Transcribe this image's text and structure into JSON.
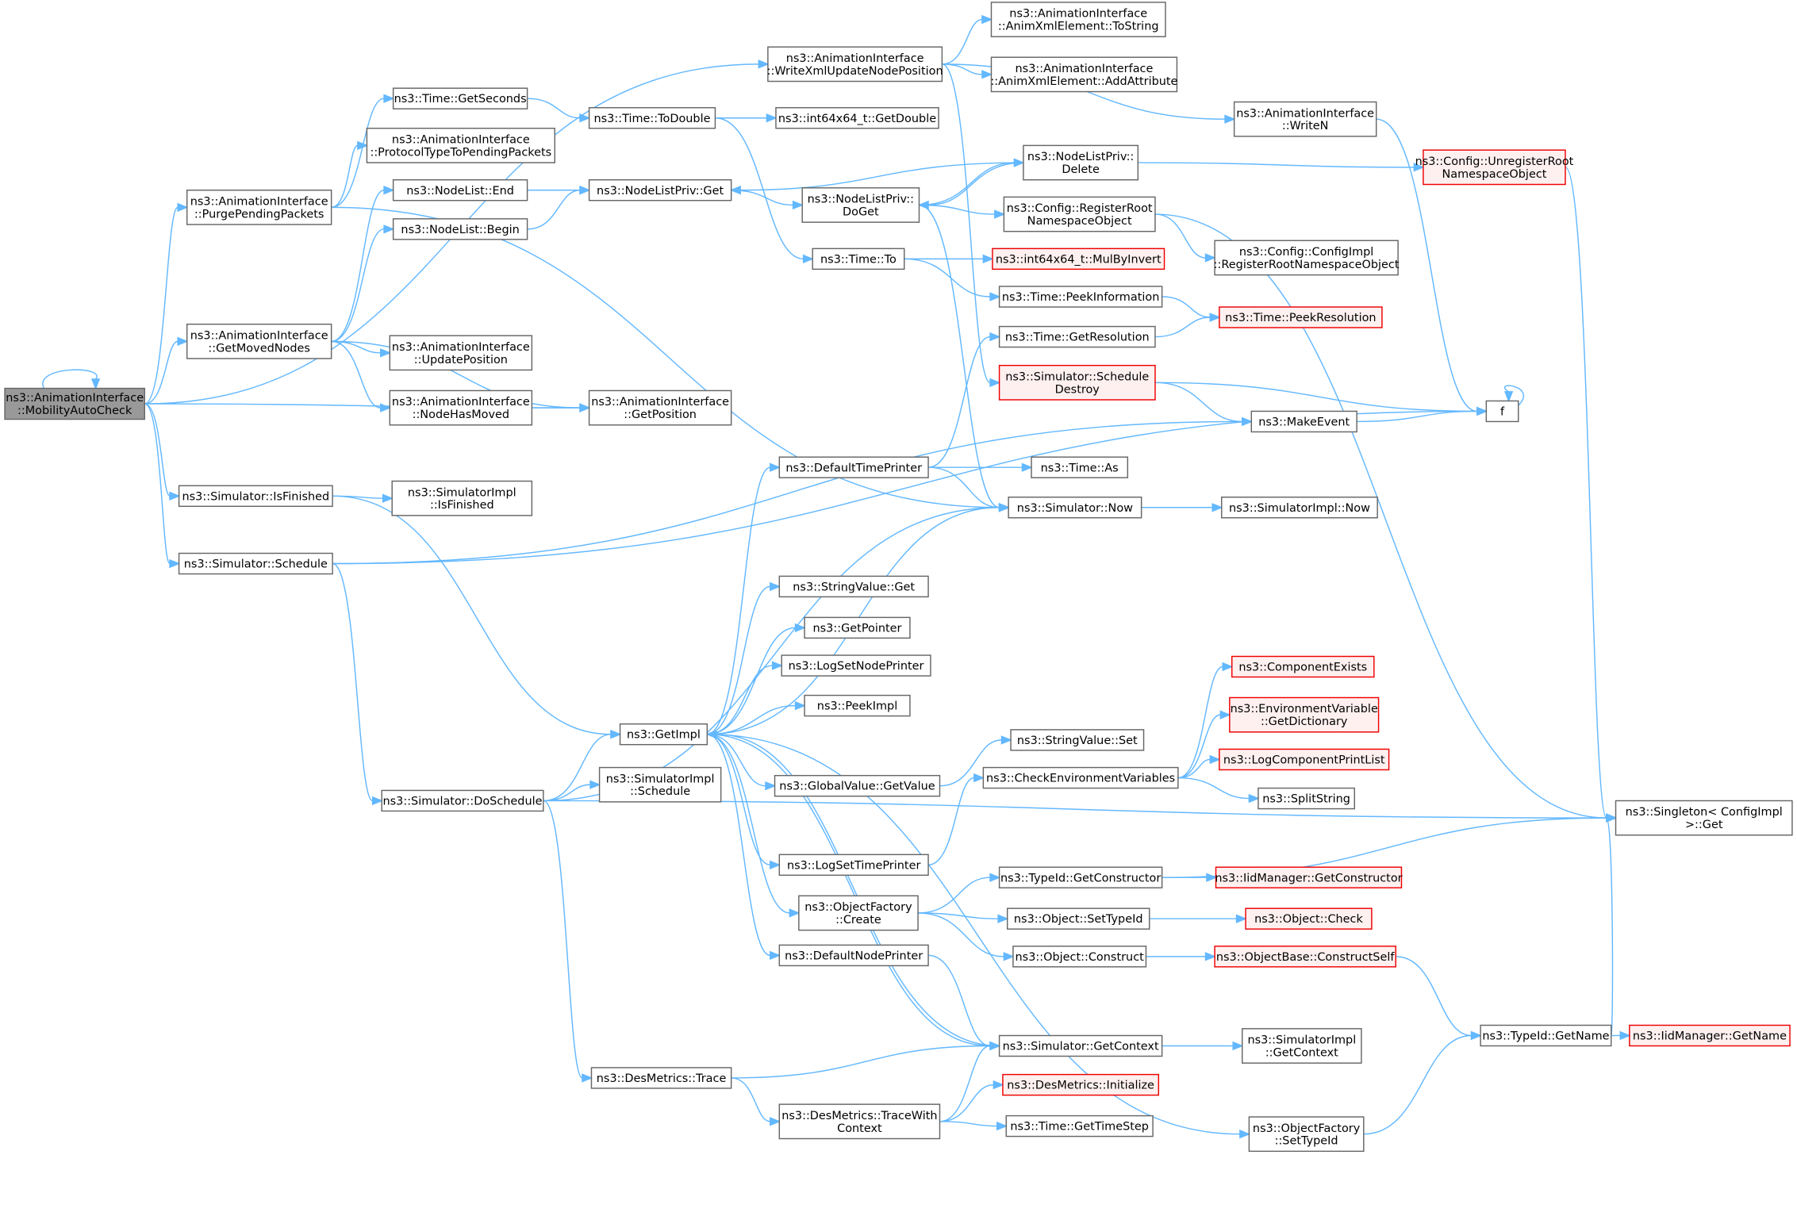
{
  "colors": {
    "edge": "#63b8ff",
    "root_fill": "#999999",
    "truncated_border": "#ff0000",
    "node_border": "#666666"
  },
  "nodes": [
    {
      "lines": [
        "ns3::AnimationInterface",
        "::MobilityAutoCheck"
      ],
      "kind": "root"
    },
    {
      "lines": [
        "ns3::AnimationInterface",
        "::PurgePendingPackets"
      ],
      "kind": "normal"
    },
    {
      "lines": [
        "ns3::AnimationInterface",
        "::GetMovedNodes"
      ],
      "kind": "normal"
    },
    {
      "lines": [
        "ns3::Simulator::IsFinished"
      ],
      "kind": "normal"
    },
    {
      "lines": [
        "ns3::Simulator::Schedule"
      ],
      "kind": "normal"
    },
    {
      "lines": [
        "ns3::AnimationInterface",
        "::WriteXmlUpdateNodePosition"
      ],
      "kind": "normal"
    },
    {
      "lines": [
        "ns3::Time::GetSeconds"
      ],
      "kind": "normal"
    },
    {
      "lines": [
        "ns3::AnimationInterface",
        "::ProtocolTypeToPendingPackets"
      ],
      "kind": "normal"
    },
    {
      "lines": [
        "ns3::NodeList::End"
      ],
      "kind": "normal"
    },
    {
      "lines": [
        "ns3::NodeList::Begin"
      ],
      "kind": "normal"
    },
    {
      "lines": [
        "ns3::AnimationInterface",
        "::UpdatePosition"
      ],
      "kind": "normal"
    },
    {
      "lines": [
        "ns3::AnimationInterface",
        "::NodeHasMoved"
      ],
      "kind": "normal"
    },
    {
      "lines": [
        "ns3::AnimationInterface",
        "::GetPosition"
      ],
      "kind": "normal"
    },
    {
      "lines": [
        "ns3::SimulatorImpl",
        "::IsFinished"
      ],
      "kind": "normal"
    },
    {
      "lines": [
        "ns3::Simulator::DoSchedule"
      ],
      "kind": "normal"
    },
    {
      "lines": [
        "ns3::AnimationInterface",
        "::AnimXmlElement::ToString"
      ],
      "kind": "normal"
    },
    {
      "lines": [
        "ns3::AnimationInterface",
        "::AnimXmlElement::AddAttribute"
      ],
      "kind": "normal"
    },
    {
      "lines": [
        "ns3::Time::ToDouble"
      ],
      "kind": "normal"
    },
    {
      "lines": [
        "ns3::int64x64_t::GetDouble"
      ],
      "kind": "normal"
    },
    {
      "lines": [
        "ns3::AnimationInterface",
        "::WriteN"
      ],
      "kind": "normal"
    },
    {
      "lines": [
        "ns3::NodeListPriv::Get"
      ],
      "kind": "normal"
    },
    {
      "lines": [
        "ns3::NodeListPriv::",
        "DoGet"
      ],
      "kind": "normal"
    },
    {
      "lines": [
        "ns3::NodeListPriv::",
        "Delete"
      ],
      "kind": "normal"
    },
    {
      "lines": [
        "ns3::Config::UnregisterRoot",
        "NamespaceObject"
      ],
      "kind": "truncated"
    },
    {
      "lines": [
        "ns3::Config::RegisterRoot",
        "NamespaceObject"
      ],
      "kind": "normal"
    },
    {
      "lines": [
        "ns3::Config::ConfigImpl",
        "::RegisterRootNamespaceObject"
      ],
      "kind": "normal"
    },
    {
      "lines": [
        "ns3::Time::To"
      ],
      "kind": "normal"
    },
    {
      "lines": [
        "ns3::int64x64_t::MulByInvert"
      ],
      "kind": "truncated"
    },
    {
      "lines": [
        "ns3::Time::PeekInformation"
      ],
      "kind": "normal"
    },
    {
      "lines": [
        "ns3::Time::PeekResolution"
      ],
      "kind": "truncated"
    },
    {
      "lines": [
        "ns3::Time::GetResolution"
      ],
      "kind": "normal"
    },
    {
      "lines": [
        "ns3::Simulator::Schedule",
        "Destroy"
      ],
      "kind": "truncated"
    },
    {
      "lines": [
        "f"
      ],
      "kind": "normal"
    },
    {
      "lines": [
        "ns3::MakeEvent"
      ],
      "kind": "normal"
    },
    {
      "lines": [
        "ns3::DefaultTimePrinter"
      ],
      "kind": "normal"
    },
    {
      "lines": [
        "ns3::Time::As"
      ],
      "kind": "normal"
    },
    {
      "lines": [
        "ns3::Simulator::Now"
      ],
      "kind": "normal"
    },
    {
      "lines": [
        "ns3::SimulatorImpl::Now"
      ],
      "kind": "normal"
    },
    {
      "lines": [
        "ns3::StringValue::Get"
      ],
      "kind": "normal"
    },
    {
      "lines": [
        "ns3::GetPointer"
      ],
      "kind": "normal"
    },
    {
      "lines": [
        "ns3::LogSetNodePrinter"
      ],
      "kind": "normal"
    },
    {
      "lines": [
        "ns3::PeekImpl"
      ],
      "kind": "normal"
    },
    {
      "lines": [
        "ns3::GetImpl"
      ],
      "kind": "normal"
    },
    {
      "lines": [
        "ns3::SimulatorImpl",
        "::Schedule"
      ],
      "kind": "normal"
    },
    {
      "lines": [
        "ns3::GlobalValue::GetValue"
      ],
      "kind": "normal"
    },
    {
      "lines": [
        "ns3::LogSetTimePrinter"
      ],
      "kind": "normal"
    },
    {
      "lines": [
        "ns3::ObjectFactory",
        "::Create"
      ],
      "kind": "normal"
    },
    {
      "lines": [
        "ns3::DefaultNodePrinter"
      ],
      "kind": "normal"
    },
    {
      "lines": [
        "ns3::StringValue::Set"
      ],
      "kind": "normal"
    },
    {
      "lines": [
        "ns3::CheckEnvironmentVariables"
      ],
      "kind": "normal"
    },
    {
      "lines": [
        "ns3::ComponentExists"
      ],
      "kind": "truncated"
    },
    {
      "lines": [
        "ns3::EnvironmentVariable",
        "::GetDictionary"
      ],
      "kind": "truncated"
    },
    {
      "lines": [
        "ns3::LogComponentPrintList"
      ],
      "kind": "truncated"
    },
    {
      "lines": [
        "ns3::SplitString"
      ],
      "kind": "normal"
    },
    {
      "lines": [
        "ns3::Singleton< ConfigImpl",
        " >::Get"
      ],
      "kind": "normal"
    },
    {
      "lines": [
        "ns3::TypeId::GetConstructor"
      ],
      "kind": "normal"
    },
    {
      "lines": [
        "ns3::IidManager::GetConstructor"
      ],
      "kind": "truncated"
    },
    {
      "lines": [
        "ns3::Object::SetTypeId"
      ],
      "kind": "normal"
    },
    {
      "lines": [
        "ns3::Object::Check"
      ],
      "kind": "truncated"
    },
    {
      "lines": [
        "ns3::Object::Construct"
      ],
      "kind": "normal"
    },
    {
      "lines": [
        "ns3::ObjectBase::ConstructSelf"
      ],
      "kind": "truncated"
    },
    {
      "lines": [
        "ns3::Simulator::GetContext"
      ],
      "kind": "normal"
    },
    {
      "lines": [
        "ns3::SimulatorImpl",
        "::GetContext"
      ],
      "kind": "normal"
    },
    {
      "lines": [
        "ns3::TypeId::GetName"
      ],
      "kind": "normal"
    },
    {
      "lines": [
        "ns3::IidManager::GetName"
      ],
      "kind": "truncated"
    },
    {
      "lines": [
        "ns3::DesMetrics::Trace"
      ],
      "kind": "normal"
    },
    {
      "lines": [
        "ns3::DesMetrics::TraceWith",
        "Context"
      ],
      "kind": "normal"
    },
    {
      "lines": [
        "ns3::DesMetrics::Initialize"
      ],
      "kind": "truncated"
    },
    {
      "lines": [
        "ns3::Time::GetTimeStep"
      ],
      "kind": "normal"
    },
    {
      "lines": [
        "ns3::ObjectFactory",
        "::SetTypeId"
      ],
      "kind": "normal"
    }
  ],
  "edges": [
    [
      0,
      0
    ],
    [
      0,
      1
    ],
    [
      0,
      2
    ],
    [
      0,
      3
    ],
    [
      0,
      4
    ],
    [
      0,
      5
    ],
    [
      0,
      12
    ],
    [
      1,
      6
    ],
    [
      1,
      7
    ],
    [
      1,
      36
    ],
    [
      2,
      8
    ],
    [
      2,
      9
    ],
    [
      2,
      10
    ],
    [
      2,
      11
    ],
    [
      2,
      12
    ],
    [
      11,
      12
    ],
    [
      3,
      13
    ],
    [
      3,
      42
    ],
    [
      4,
      33
    ],
    [
      4,
      14
    ],
    [
      4,
      32
    ],
    [
      5,
      15
    ],
    [
      5,
      16
    ],
    [
      5,
      19
    ],
    [
      5,
      31
    ],
    [
      6,
      17
    ],
    [
      17,
      18
    ],
    [
      17,
      26
    ],
    [
      8,
      20
    ],
    [
      9,
      20
    ],
    [
      20,
      21
    ],
    [
      21,
      22
    ],
    [
      21,
      24
    ],
    [
      21,
      36
    ],
    [
      22,
      20
    ],
    [
      22,
      21
    ],
    [
      22,
      23
    ],
    [
      23,
      54
    ],
    [
      24,
      25
    ],
    [
      24,
      54
    ],
    [
      26,
      27
    ],
    [
      26,
      28
    ],
    [
      28,
      29
    ],
    [
      30,
      29
    ],
    [
      31,
      32
    ],
    [
      31,
      33
    ],
    [
      32,
      32
    ],
    [
      33,
      32
    ],
    [
      19,
      32
    ],
    [
      34,
      30
    ],
    [
      34,
      35
    ],
    [
      34,
      36
    ],
    [
      36,
      37
    ],
    [
      14,
      42
    ],
    [
      14,
      43
    ],
    [
      14,
      36
    ],
    [
      14,
      54
    ],
    [
      14,
      65
    ],
    [
      42,
      34
    ],
    [
      42,
      38
    ],
    [
      42,
      39
    ],
    [
      42,
      40
    ],
    [
      42,
      41
    ],
    [
      42,
      44
    ],
    [
      42,
      45
    ],
    [
      42,
      46
    ],
    [
      42,
      47
    ],
    [
      42,
      36
    ],
    [
      42,
      61
    ],
    [
      42,
      69
    ],
    [
      44,
      48
    ],
    [
      45,
      49
    ],
    [
      49,
      50
    ],
    [
      49,
      51
    ],
    [
      49,
      52
    ],
    [
      49,
      53
    ],
    [
      46,
      55
    ],
    [
      46,
      57
    ],
    [
      46,
      59
    ],
    [
      55,
      54
    ],
    [
      55,
      56
    ],
    [
      57,
      58
    ],
    [
      59,
      60
    ],
    [
      60,
      63
    ],
    [
      63,
      54
    ],
    [
      63,
      64
    ],
    [
      47,
      61
    ],
    [
      61,
      42
    ],
    [
      61,
      62
    ],
    [
      65,
      61
    ],
    [
      65,
      66
    ],
    [
      66,
      61
    ],
    [
      66,
      67
    ],
    [
      66,
      68
    ],
    [
      69,
      63
    ]
  ]
}
